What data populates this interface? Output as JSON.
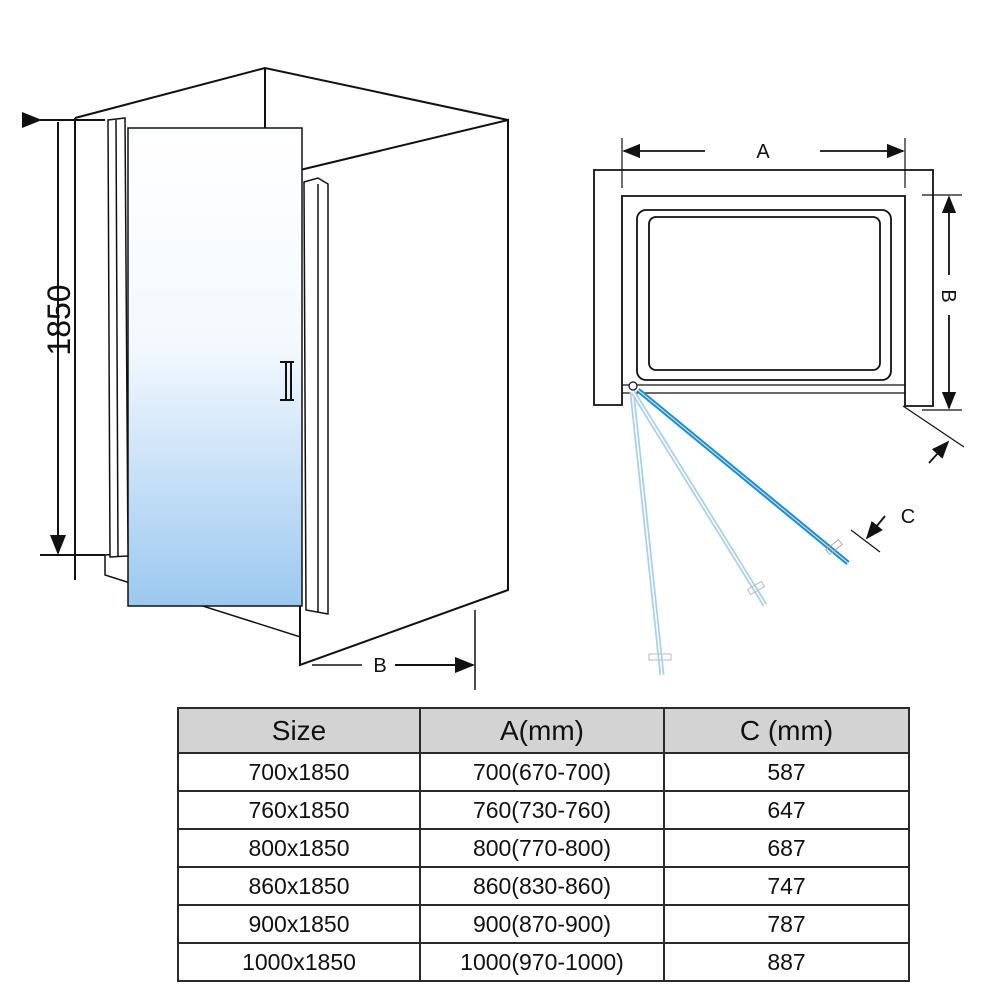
{
  "diagram": {
    "height_label": "1850",
    "depth_label_3d": "B",
    "top_view": {
      "width_label": "A",
      "depth_label": "B",
      "clearance_label": "C"
    },
    "colors": {
      "door_active": "#1a8ccc",
      "door_ghost": "#a9d0ea",
      "glass_top": "#ffffff",
      "glass_bottom": "#9cc8ef"
    }
  },
  "table": {
    "headers": [
      "Size",
      "A(mm)",
      "C (mm)"
    ],
    "rows": [
      [
        "700x1850",
        "700(670-700)",
        "587"
      ],
      [
        "760x1850",
        "760(730-760)",
        "647"
      ],
      [
        "800x1850",
        "800(770-800)",
        "687"
      ],
      [
        "860x1850",
        "860(830-860)",
        "747"
      ],
      [
        "900x1850",
        "900(870-900)",
        "787"
      ],
      [
        "1000x1850",
        "1000(970-1000)",
        "887"
      ]
    ]
  }
}
